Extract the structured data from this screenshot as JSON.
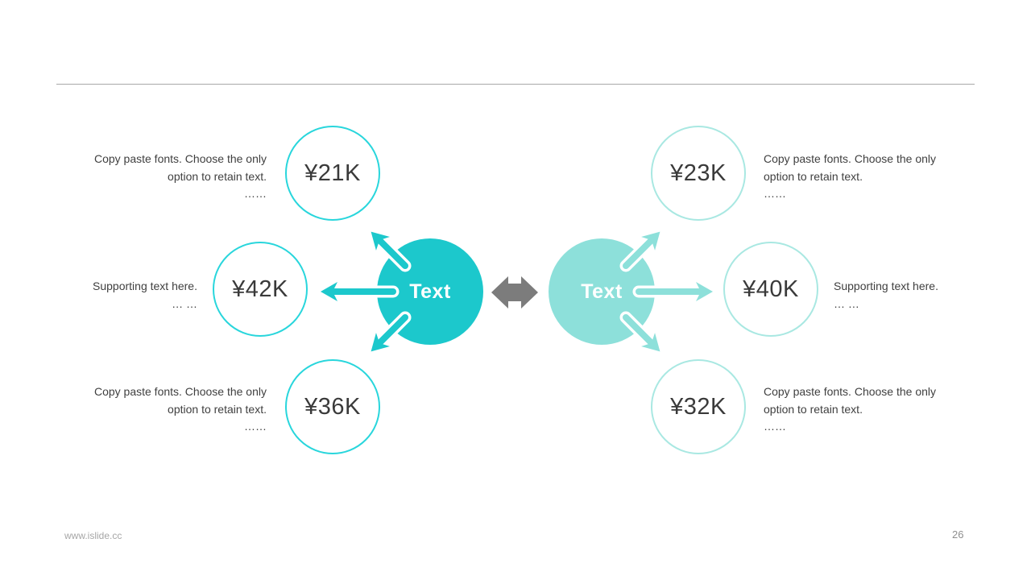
{
  "colors": {
    "left_accent": "#1cc8cc",
    "right_accent": "#8de0da",
    "left_ring": "#29d6dc",
    "right_ring": "#a9e8e2",
    "swap_arrow_gray": "#7c7c7c",
    "divider_gray": "#a9a9a9"
  },
  "left_group": {
    "hub_label": "Text",
    "top": {
      "value": "¥21K",
      "line1": "Copy paste fonts. Choose the only",
      "line2": "option to retain text.",
      "dots": "……"
    },
    "middle": {
      "value": "¥42K",
      "line1": "Supporting text here.",
      "dots": "… …"
    },
    "bottom": {
      "value": "¥36K",
      "line1": "Copy paste fonts. Choose the only",
      "line2": "option to retain text.",
      "dots": "……"
    }
  },
  "right_group": {
    "hub_label": "Text",
    "top": {
      "value": "¥23K",
      "line1": "Copy paste fonts. Choose the only",
      "line2": "option to retain text.",
      "dots": "……"
    },
    "middle": {
      "value": "¥40K",
      "line1": "Supporting text here.",
      "dots": "… …"
    },
    "bottom": {
      "value": "¥32K",
      "line1": "Copy paste fonts. Choose the only",
      "line2": "option to retain text.",
      "dots": "……"
    }
  },
  "footer": {
    "website": "www.islide.cc",
    "page_number": "26"
  }
}
